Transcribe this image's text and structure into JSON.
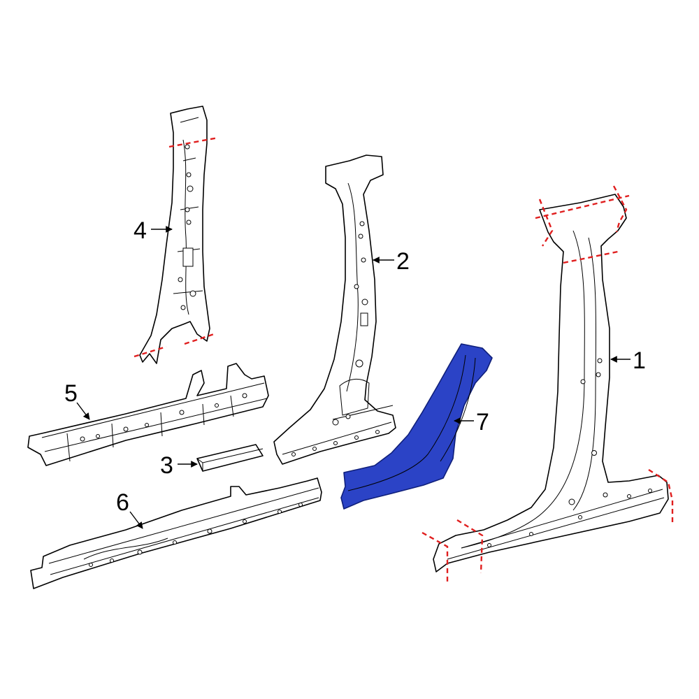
{
  "colors": {
    "highlight": "#2b43c6",
    "highlight_stroke": "#0f1f7a",
    "cut_line": "#e01e1e",
    "line": "#000000",
    "background": "#ffffff"
  },
  "parts": [
    {
      "id": "part-1",
      "callout": "1"
    },
    {
      "id": "part-2",
      "callout": "2"
    },
    {
      "id": "part-3",
      "callout": "3"
    },
    {
      "id": "part-4",
      "callout": "4"
    },
    {
      "id": "part-5",
      "callout": "5"
    },
    {
      "id": "part-6",
      "callout": "6"
    },
    {
      "id": "part-7",
      "callout": "7",
      "highlighted": true
    }
  ]
}
